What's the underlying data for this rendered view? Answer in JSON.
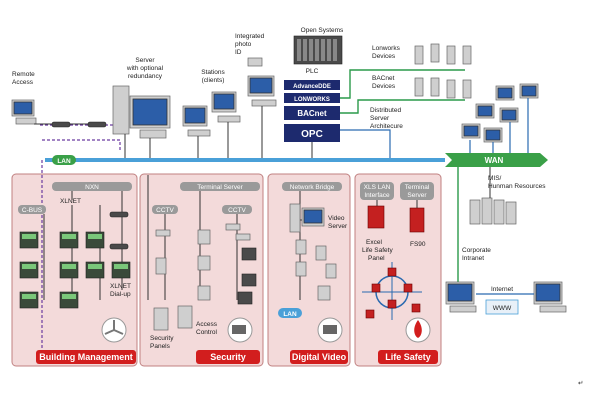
{
  "nodes": {
    "remote_access": [
      "Remote",
      "Access"
    ],
    "server": [
      "Server",
      "with optional",
      "redundancy"
    ],
    "stations": [
      "Stations",
      "(clients)"
    ],
    "photo_id": [
      "Integrated",
      "photo",
      "ID"
    ],
    "open_systems": "Open Systems",
    "plc": "PLC",
    "lonworks_devices": [
      "Lonworks",
      "Devices"
    ],
    "bacnet_devices": [
      "BACnet",
      "Devices"
    ],
    "distributed_server": [
      "Distributed",
      "Server",
      "Architecure"
    ],
    "mis": [
      "MIS/",
      "Hunman Resources"
    ],
    "corporate_intranet": [
      "Corporate",
      "Intranet"
    ],
    "internet": "Internet",
    "www": "WWW"
  },
  "protocols": [
    "AdvanceDDE",
    "LONWORKS",
    "BACnet",
    "OPC"
  ],
  "buses": {
    "lan": "LAN",
    "wan": "WAN"
  },
  "sections": {
    "building": {
      "title": "Building Management",
      "bars": [
        "NXN",
        "C-BUS",
        "XLNET"
      ],
      "labels": [
        "XLNET",
        "Dial-up"
      ]
    },
    "security": {
      "title": "Security",
      "bar": "Terminal Server",
      "labels": [
        "CCTV",
        "CCTV",
        "Security",
        "Panels",
        "Access",
        "Control"
      ]
    },
    "video": {
      "title": "Digital Video",
      "bar": "Network Bridge",
      "labels": [
        "Video",
        "Server",
        "LAN"
      ]
    },
    "life": {
      "title": "Life Safety",
      "bars": [
        "XLS LAN",
        "Interface",
        "Terminal",
        "Server"
      ],
      "labels": [
        "Excel",
        "Life Safety",
        "Panel",
        "FS90"
      ]
    }
  },
  "footnote": "↵",
  "colors": {
    "section_title_bg": "#d21e1e",
    "panel_bg": "#f3dada",
    "lan_bus": "#4aa0d8",
    "wan_bus": "#3aa048",
    "protocol_box": "#1d2a6e"
  }
}
